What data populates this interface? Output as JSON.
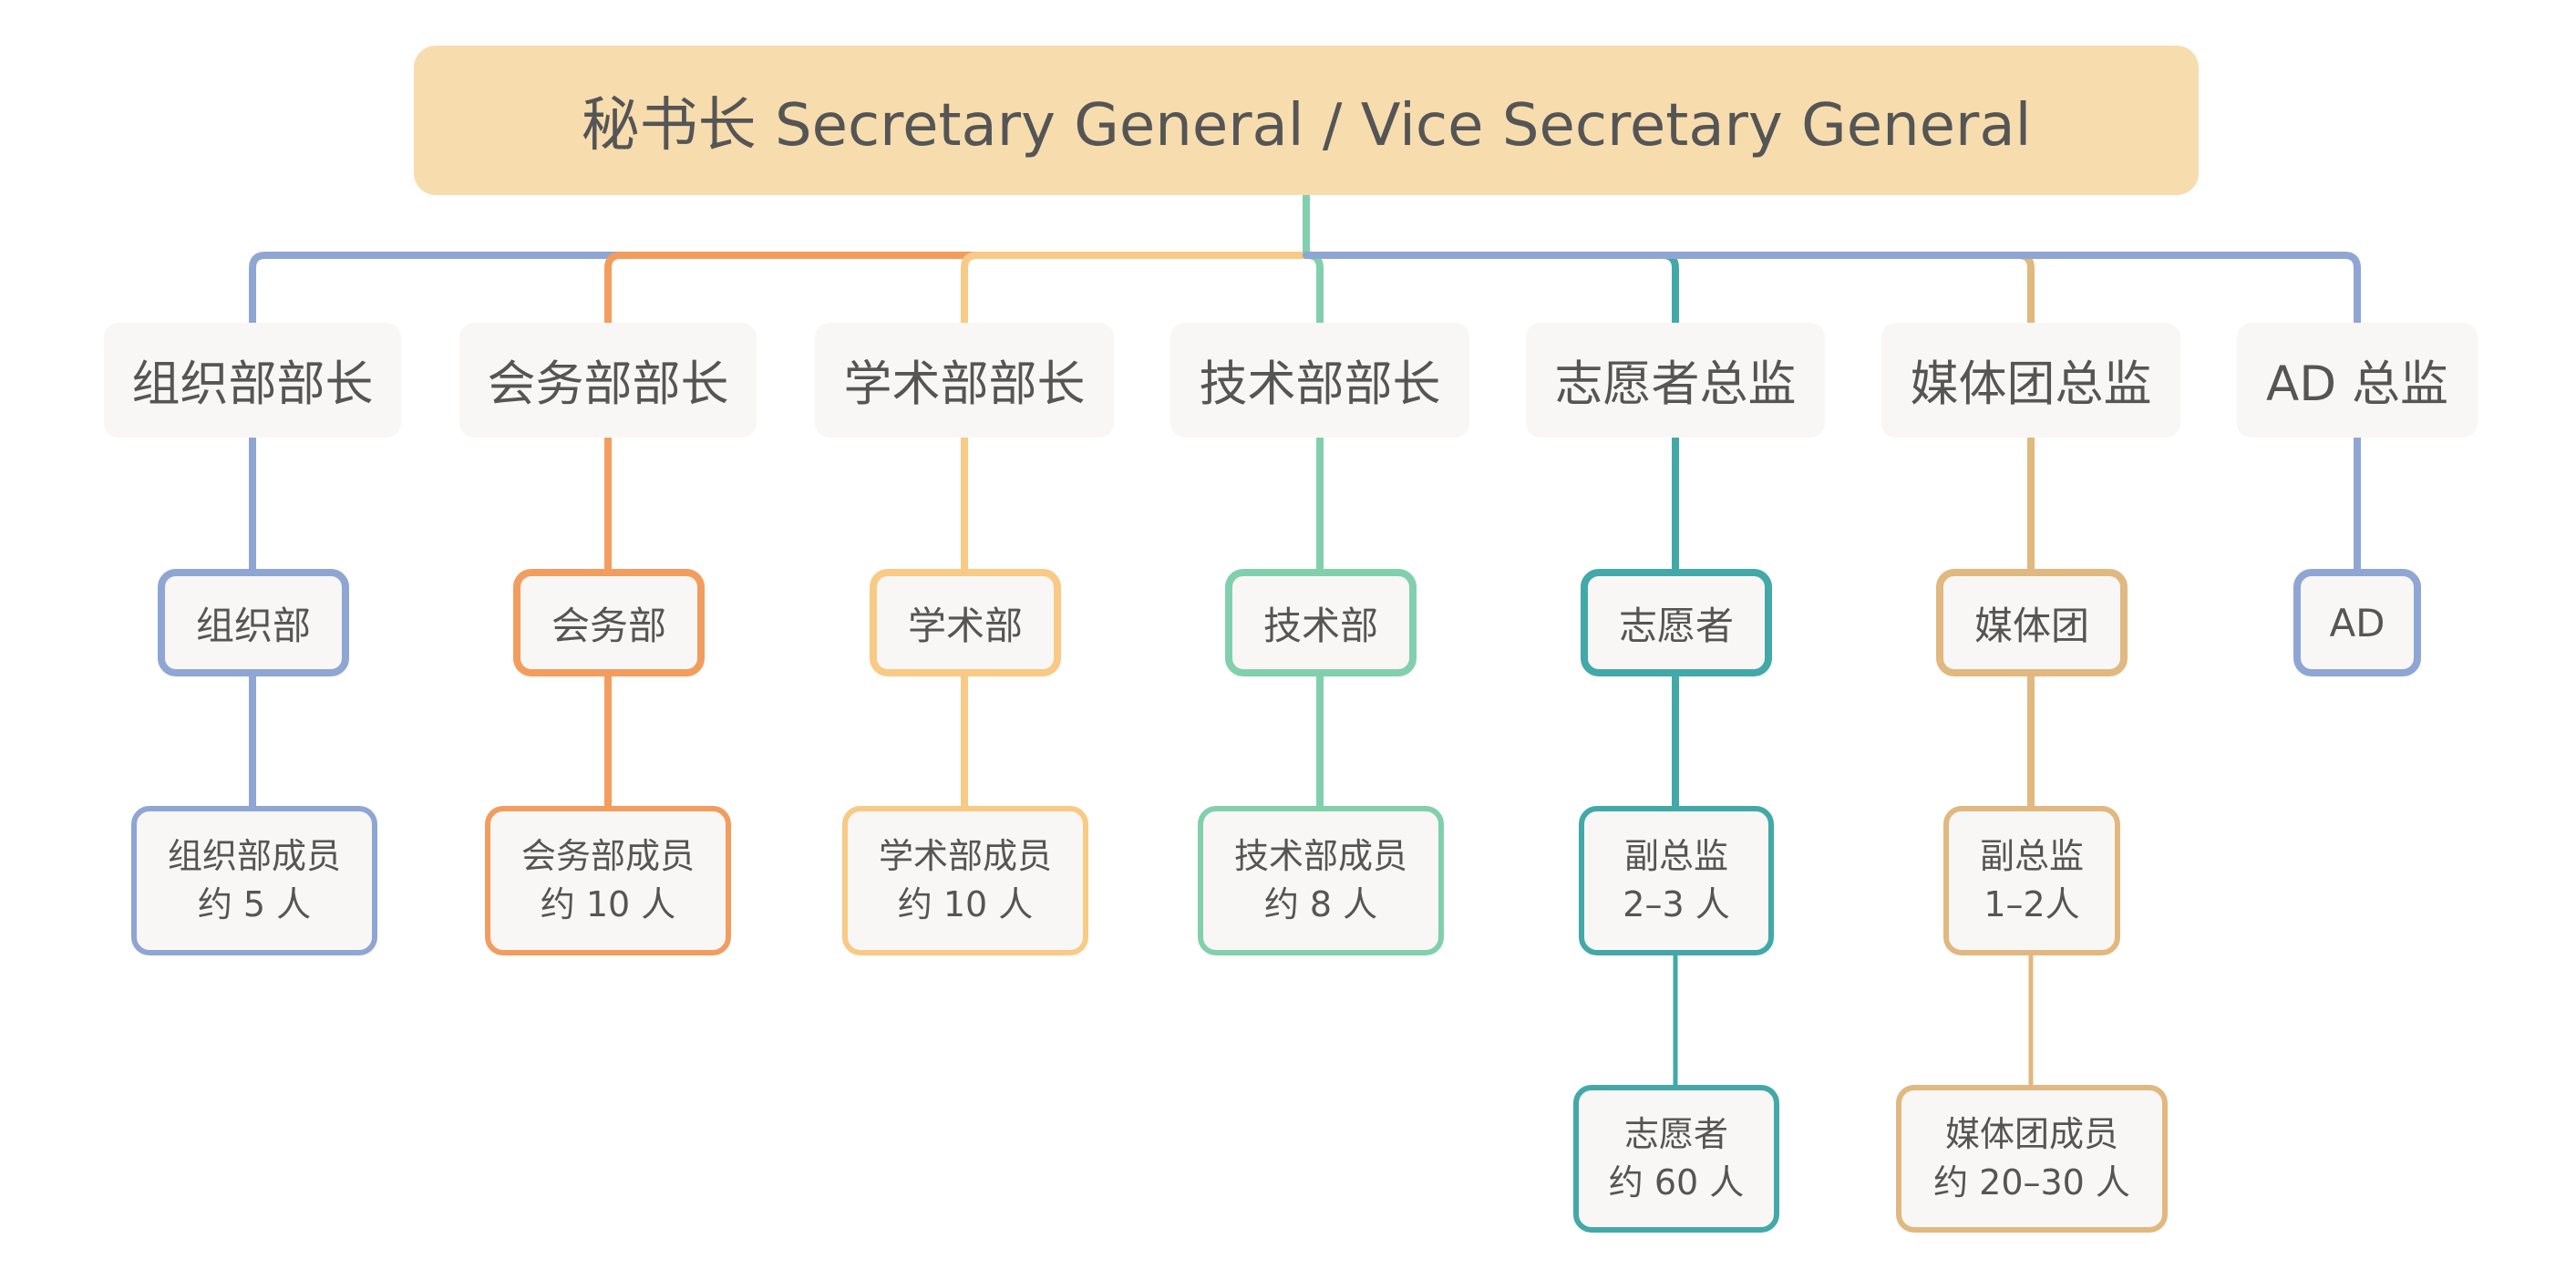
{
  "root": {
    "label": "秘书长 Secretary General / Vice Secretary General",
    "color": "#f7dcae"
  },
  "columns": [
    {
      "head": "组织部部长",
      "dept": "组织部",
      "color": "#8fa5d4",
      "member": {
        "line1": "组织部成员",
        "line2": "约 5 人"
      }
    },
    {
      "head": "会务部部长",
      "dept": "会务部",
      "color": "#f29d5e",
      "member": {
        "line1": "会务部成员",
        "line2": "约 10 人"
      }
    },
    {
      "head": "学术部部长",
      "dept": "学术部",
      "color": "#f8ca85",
      "member": {
        "line1": "学术部成员",
        "line2": "约 10 人"
      }
    },
    {
      "head": "技术部部长",
      "dept": "技术部",
      "color": "#82cfad",
      "member": {
        "line1": "技术部成员",
        "line2": "约 8 人"
      }
    },
    {
      "head": "志愿者总监",
      "dept": "志愿者",
      "color": "#43a8a8",
      "member": {
        "line1": "副总监",
        "line2": "2–3 人"
      },
      "sub": {
        "line1": "志愿者",
        "line2": "约 60 人"
      }
    },
    {
      "head": "媒体团总监",
      "dept": "媒体团",
      "color": "#e0b880",
      "member": {
        "line1": "副总监",
        "line2": "1–2人"
      },
      "sub": {
        "line1": "媒体团成员",
        "line2": "约 20–30 人"
      }
    },
    {
      "head": "AD 总监",
      "dept": "AD",
      "color": "#8fa5d4"
    }
  ]
}
